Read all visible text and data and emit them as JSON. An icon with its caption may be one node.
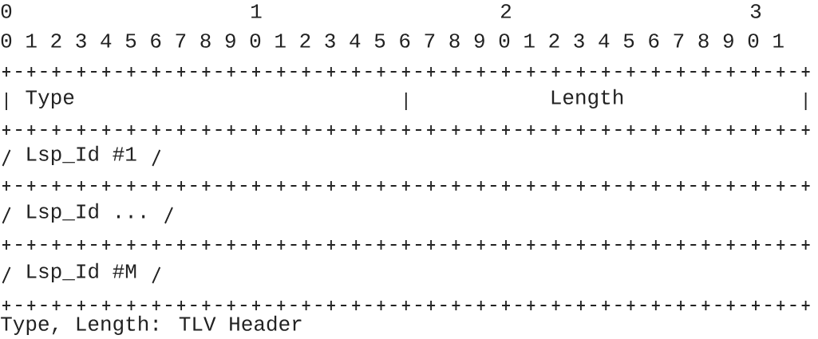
{
  "diagram": {
    "caption": "Type, Length: TLV Header",
    "nodes": [
      {
        "text": [
          "Type"
        ]
      },
      {
        "text": [
          "Length"
        ]
      },
      {
        "text": [
          "Lsp_Id #1"
        ]
      },
      {
        "text": [
          "Lsp_Id ..."
        ]
      },
      {
        "text": [
          "Lsp_Id #M"
        ]
      }
    ],
    "labels": [
      "0",
      "1",
      "2",
      "3",
      "0 1 2 3 4 5 6 7 8 9 0 1 2 3 4 5 6 7 8 9 0 1 2 3 4 5 6 7 8 9 0 1"
    ]
  }
}
